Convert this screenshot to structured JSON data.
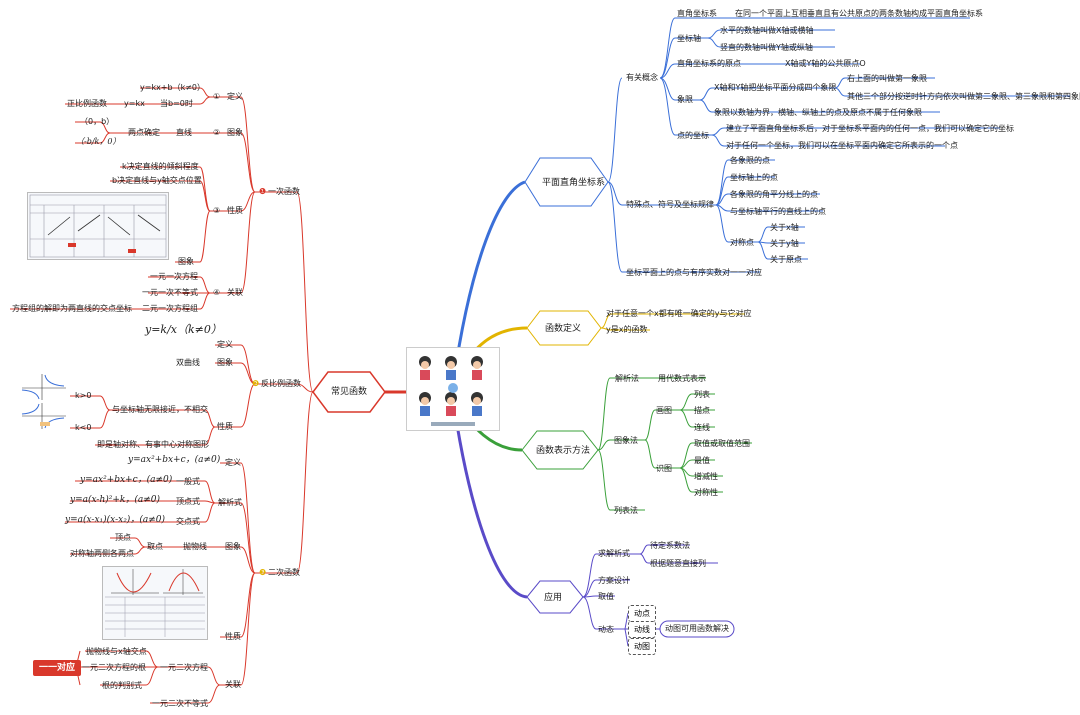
{
  "center": {
    "icon": "cartoon-kids-illustration"
  },
  "colors": {
    "blue": "#3a6fd8",
    "yellow": "#e2b400",
    "green": "#3aa03a",
    "purple": "#5a4bc8",
    "red": "#d9382b"
  },
  "right": {
    "coord": {
      "title": "平面直角坐标系",
      "concept": "有关概念",
      "rect_sys": "直角坐标系",
      "rect_sys_desc": "在同一个平面上互相垂直且有公共原点的两条数轴构成平面直角坐标系",
      "axis": "坐标轴",
      "axis_x": "水平的数轴叫做X轴或横轴",
      "axis_y": "竖直的数轴叫做Y轴或纵轴",
      "origin": "直角坐标系的原点",
      "origin_desc": "X轴或Y轴的公共原点O",
      "quadrant": "象限",
      "quadrant_split": "X轴和Y轴把坐标平面分成四个象限",
      "quadrant_1": "右上面的叫做第一象限",
      "quadrant_others": "其他三个部分按逆时针方向依次叫做第二象限、第三象限和第四象限",
      "quadrant_note": "象限以数轴为界，横轴、纵轴上的点及原点不属于任何象限",
      "point_coord": "点的坐标",
      "point_1": "建立了平面直角坐标系后，对于坐标系平面内的任何一点，我们可以确定它的坐标",
      "point_2": "对于任何一个坐标，我们可以在坐标平面内确定它所表示的一个点",
      "special": "特殊点、符号及坐标规律",
      "sp_quadrant": "各象限的点",
      "sp_axis": "坐标轴上的点",
      "sp_bisector": "各象限的角平分线上的点",
      "sp_parallel": "与坐标轴平行的直线上的点",
      "sym": "对称点",
      "sym_x": "关于x轴",
      "sym_y": "关于y轴",
      "sym_o": "关于原点",
      "one_to_one": "坐标平面上的点与有序实数对一一对应"
    },
    "def": {
      "title": "函数定义",
      "line1": "对于任意一个x都有唯一确定的y与它对应",
      "line2": "y是x的函数"
    },
    "rep": {
      "title": "函数表示方法",
      "analytic": "解析法",
      "analytic_desc": "用代数式表示",
      "graph": "图象法",
      "draw": "画图",
      "draw_1": "列表",
      "draw_2": "描点",
      "draw_3": "连线",
      "read": "识图",
      "read_1": "取值或取值范围",
      "read_2": "最值",
      "read_3": "增减性",
      "read_4": "对称性",
      "table": "列表法"
    },
    "app": {
      "title": "应用",
      "seek": "求解析式",
      "seek_1": "待定系数法",
      "seek_2": "根据题意直接列",
      "plan": "方案设计",
      "best": "取值",
      "dyn": "动态",
      "dyn_1": "动点",
      "dyn_2": "动线",
      "dyn_3": "动图",
      "dyn_solve": "动图可用函数解决"
    }
  },
  "left": {
    "title": "常见函数",
    "linear": {
      "title": "一次函数",
      "num": "❶",
      "def": "定义",
      "def_num": "①",
      "def_f": "y=kx+b（k≠0）",
      "def_prop": "正比例函数",
      "def_f2": "y=kx",
      "def_cond": "当b=0时",
      "graph": "图象",
      "graph_num": "②",
      "pt1": "（0，b）",
      "pt2": "（-b/k，0）",
      "two_pts": "两点确定",
      "line": "直线",
      "prop": "性质",
      "prop_num": "③",
      "prop_k": "k决定直线的倾斜程度",
      "prop_b": "b决定直线与y轴交点位置",
      "prop_img": "图象",
      "rel": "关联",
      "rel_num": "④",
      "rel_1": "一元一次方程",
      "rel_2": "一元一次不等式",
      "rel_3": "二元一次方程组",
      "rel_3_desc": "方程组的解即为两直线的交点坐标"
    },
    "inverse": {
      "title": "反比例函数",
      "num": "❷",
      "def": "定义",
      "def_f": "y=k/x（k≠0）",
      "graph": "图象",
      "hyper": "双曲线",
      "prop": "性质",
      "kpos": "k>0",
      "kneg": "k<0",
      "asym": "与坐标轴无限接近，不相交",
      "sym": "即是轴对称、有事中心对称图形"
    },
    "quad": {
      "title": "二次函数",
      "num": "❸",
      "def": "定义",
      "def_f": "y=ax²+bx+c，(a≠0)",
      "expr": "解析式",
      "general": "一般式",
      "general_f": "y=ax²+bx+c，(a≠0)",
      "vertex": "顶点式",
      "vertex_f": "y=a(x-h)²+k，(a≠0)",
      "inter": "交点式",
      "inter_f": "y=a(x-x₁)(x-x₂)，(a≠0)",
      "graph": "图象",
      "parabola": "抛物线",
      "take": "取点",
      "top": "顶点",
      "sym_pts": "对称轴两侧各两点",
      "prop": "性质",
      "rel": "关联",
      "rel_eq": "一元二次方程",
      "rel_1": "抛物线与x轴交点",
      "rel_2": "一元二次方程的根",
      "rel_3": "根的判别式",
      "rel_badge": "一一对应",
      "rel_ineq": "一元二次不等式"
    }
  }
}
